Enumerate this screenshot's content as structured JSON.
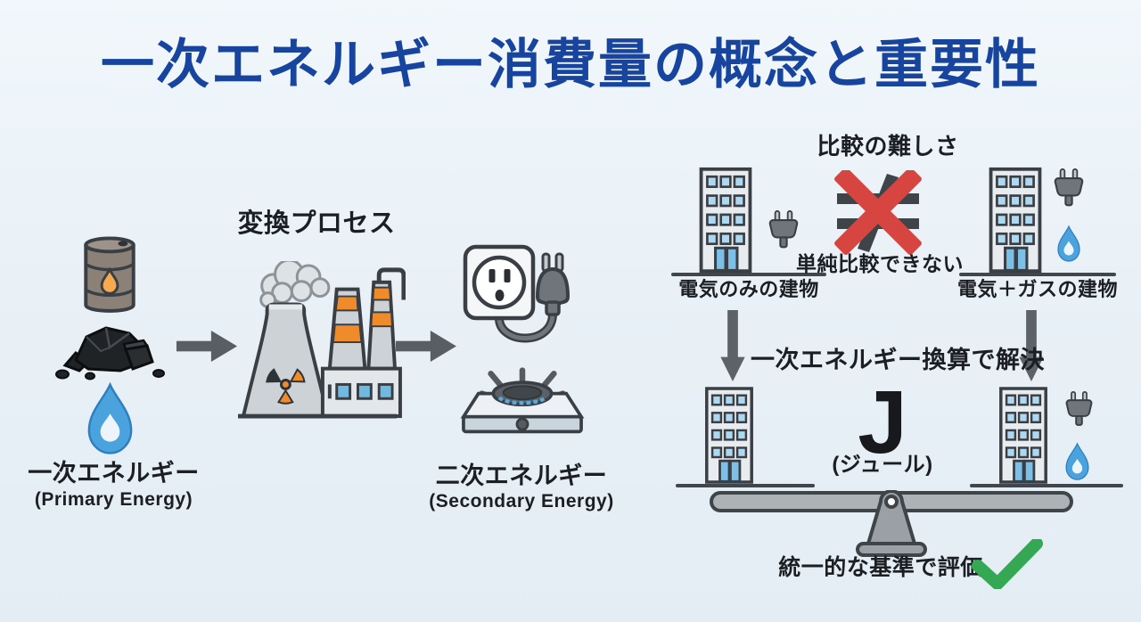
{
  "title": "一次エネルギー消費量の概念と重要性",
  "flow": {
    "primary": {
      "label_ja": "一次エネルギー",
      "label_en": "(Primary Energy)"
    },
    "conversion_label": "変換プロセス",
    "secondary": {
      "label_ja": "二次エネルギー",
      "label_en": "(Secondary Energy)"
    }
  },
  "comparison": {
    "heading": "比較の難しさ",
    "note": "単純比較できない",
    "building_electric_label": "電気のみの建物",
    "building_electric_gas_label": "電気＋ガスの建物"
  },
  "solution": {
    "heading": "一次エネルギー換算で解決",
    "unit_symbol": "J",
    "unit_name": "(ジュール)",
    "footer": "統一的な基準で評価"
  },
  "icons": {
    "oil-barrel-icon": "svg drum with oil drop",
    "coal-icon": "svg black coal lumps",
    "gas-flame-icon": "svg blue flame",
    "right-arrow-icon": "svg gray arrow",
    "power-plant-icon": "svg nuclear/thermal plant with smoke, radiation mark, striped chimneys",
    "outlet-plug-icon": "svg wall outlet with cord and plug",
    "gas-stove-icon": "svg single burner stove with blue flame ring",
    "building-icon": "svg office building with blue windows",
    "plug-icon": "svg two-prong plug",
    "not-equal-icon": "svg dark not-equal sign",
    "red-cross-icon": "svg red X overlay",
    "down-arrow-icon": "svg gray down arrow",
    "balance-scale-icon": "svg balanced seesaw beam on fulcrum",
    "check-mark-icon": "svg green check"
  },
  "colors": {
    "background": "#e9f1f7",
    "title_blue": "#17449e",
    "text_black": "#1b1e22",
    "flame_blue": "#4ba3de",
    "window_blue": "#aed8ef",
    "cross_red": "#d64540",
    "check_green": "#34a853",
    "arrow_gray": "#5c6267",
    "orange_accent": "#ef8b2b"
  }
}
